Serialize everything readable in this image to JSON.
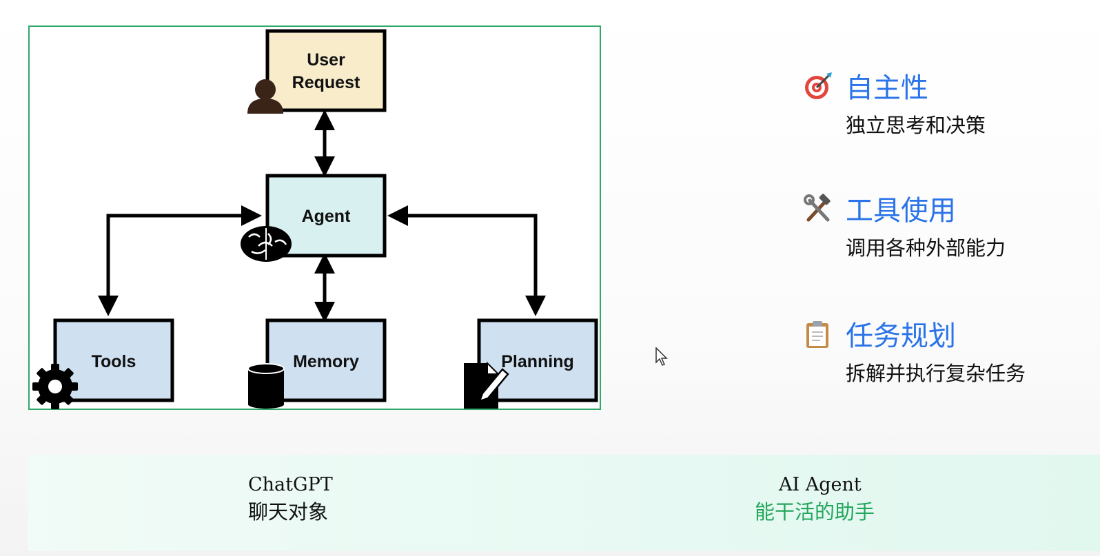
{
  "diagram": {
    "nodes": {
      "user_request": {
        "line1": "User",
        "line2": "Request"
      },
      "agent": "Agent",
      "tools": "Tools",
      "memory": "Memory",
      "planning": "Planning"
    },
    "colors": {
      "user_request_fill": "#f8eccb",
      "agent_fill": "#d8f0ef",
      "component_fill": "#cfe0f1",
      "frame_border": "#2fa86a"
    },
    "icons": {
      "user_request": "person-icon",
      "agent": "brain-icon",
      "tools": "gear-icon",
      "memory": "database-icon",
      "planning": "document-pen-icon"
    }
  },
  "features": [
    {
      "icon": "target-icon",
      "title": "自主性",
      "desc": "独立思考和决策"
    },
    {
      "icon": "hammer-wrench-icon",
      "title": "工具使用",
      "desc": "调用各种外部能力"
    },
    {
      "icon": "clipboard-icon",
      "title": "任务规划",
      "desc": "拆解并执行复杂任务"
    }
  ],
  "comparison": {
    "left": {
      "name": "ChatGPT",
      "role": "聊天对象"
    },
    "right": {
      "name": "AI Agent",
      "role": "能干活的助手"
    },
    "accent_color": "#22a65b"
  }
}
